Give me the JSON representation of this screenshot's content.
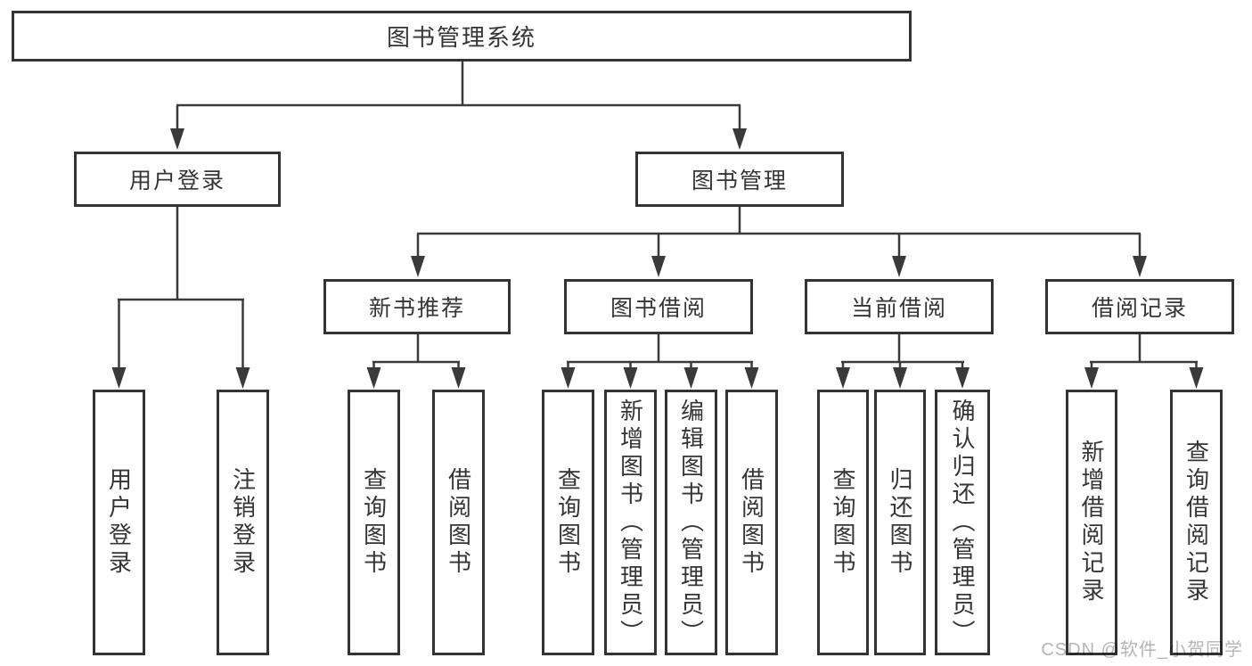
{
  "diagram_type": "hierarchy-tree",
  "tree": {
    "root": {
      "label": "图书管理系统",
      "children": [
        {
          "label": "用户登录",
          "children": [
            {
              "label": "用户登录"
            },
            {
              "label": "注销登录"
            }
          ]
        },
        {
          "label": "图书管理",
          "children": [
            {
              "label": "新书推荐",
              "children": [
                {
                  "label": "查询图书"
                },
                {
                  "label": "借阅图书"
                }
              ]
            },
            {
              "label": "图书借阅",
              "children": [
                {
                  "label": "查询图书"
                },
                {
                  "label": "新增图书（管理员）"
                },
                {
                  "label": "编辑图书（管理员）"
                },
                {
                  "label": "借阅图书"
                }
              ]
            },
            {
              "label": "当前借阅",
              "children": [
                {
                  "label": "查询图书"
                },
                {
                  "label": "归还图书"
                },
                {
                  "label": "确认归还（管理员）"
                }
              ]
            },
            {
              "label": "借阅记录",
              "children": [
                {
                  "label": "新增借阅记录"
                },
                {
                  "label": "查询借阅记录"
                }
              ]
            }
          ]
        }
      ]
    }
  },
  "watermark": {
    "text": "CSDN @软件_小贺同学"
  },
  "colors": {
    "background": "#ffffff",
    "box_border": "#333333",
    "box_fill": "#ffffff",
    "line": "#3a3a3a",
    "text": "#353535",
    "watermark": "#b5b5b5"
  }
}
